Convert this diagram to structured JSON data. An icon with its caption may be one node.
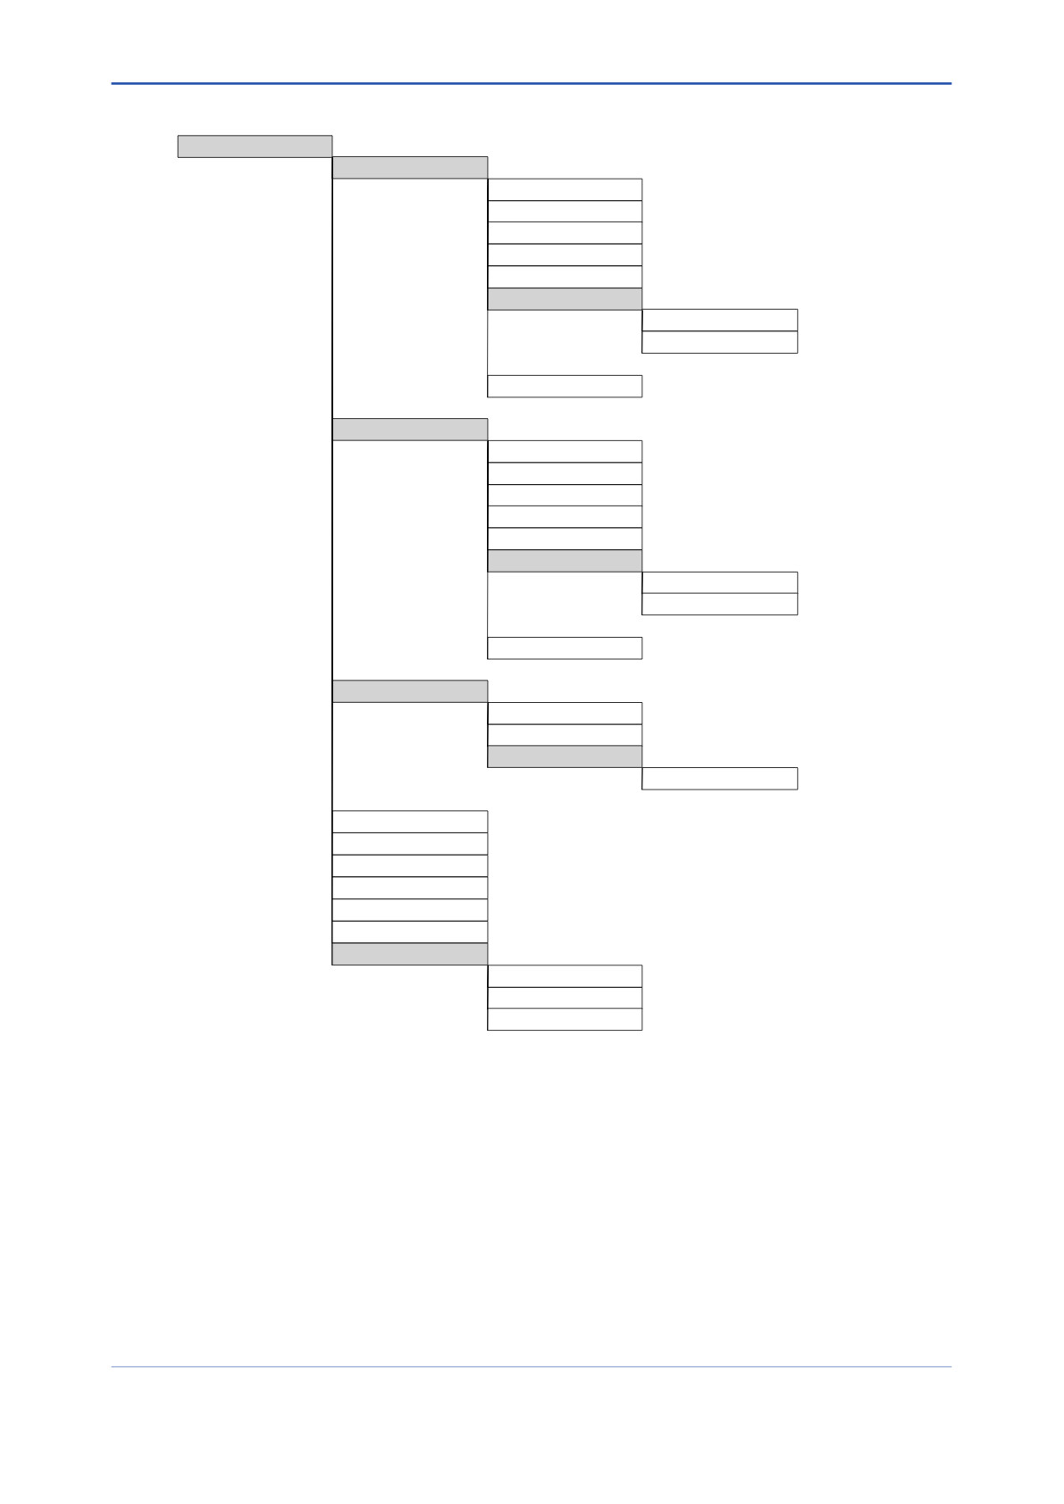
{
  "diagram": {
    "nodes": [
      {
        "text": [],
        "shape": "box"
      },
      {
        "text": [],
        "shape": "box"
      },
      {
        "text": [],
        "shape": "box"
      },
      {
        "text": [],
        "shape": "box"
      },
      {
        "text": [],
        "shape": "box"
      },
      {
        "text": [],
        "shape": "box"
      },
      {
        "text": [],
        "shape": "box"
      },
      {
        "text": [],
        "shape": "box"
      },
      {
        "text": [],
        "shape": "box"
      },
      {
        "text": [],
        "shape": "box"
      },
      {
        "text": [],
        "shape": "box"
      },
      {
        "text": [],
        "shape": "box"
      },
      {
        "text": [],
        "shape": "box"
      },
      {
        "text": [],
        "shape": "box"
      },
      {
        "text": [],
        "shape": "box"
      },
      {
        "text": [],
        "shape": "box"
      },
      {
        "text": [],
        "shape": "box"
      },
      {
        "text": [],
        "shape": "box"
      },
      {
        "text": [],
        "shape": "box"
      },
      {
        "text": [],
        "shape": "box"
      },
      {
        "text": [],
        "shape": "box"
      },
      {
        "text": [],
        "shape": "box"
      },
      {
        "text": [],
        "shape": "box"
      },
      {
        "text": [],
        "shape": "box"
      },
      {
        "text": [],
        "shape": "box"
      },
      {
        "text": [],
        "shape": "box"
      },
      {
        "text": [],
        "shape": "box"
      },
      {
        "text": [],
        "shape": "box"
      },
      {
        "text": [],
        "shape": "box"
      },
      {
        "text": [],
        "shape": "box"
      },
      {
        "text": [],
        "shape": "box"
      },
      {
        "text": [],
        "shape": "box"
      },
      {
        "text": [],
        "shape": "box"
      },
      {
        "text": [],
        "shape": "box"
      },
      {
        "text": [],
        "shape": "box"
      },
      {
        "text": [],
        "shape": "box"
      }
    ],
    "edges": [
      {
        "from": 0,
        "to": 1,
        "arrow": "none"
      },
      {
        "from": 0,
        "to": 11,
        "arrow": "none"
      },
      {
        "from": 0,
        "to": 21,
        "arrow": "none"
      },
      {
        "from": 0,
        "to": 26,
        "arrow": "none"
      },
      {
        "from": 0,
        "to": 27,
        "arrow": "none"
      },
      {
        "from": 0,
        "to": 28,
        "arrow": "none"
      },
      {
        "from": 0,
        "to": 29,
        "arrow": "none"
      },
      {
        "from": 0,
        "to": 30,
        "arrow": "none"
      },
      {
        "from": 0,
        "to": 31,
        "arrow": "none"
      },
      {
        "from": 0,
        "to": 32,
        "arrow": "none"
      },
      {
        "from": 1,
        "to": 2,
        "arrow": "none"
      },
      {
        "from": 1,
        "to": 3,
        "arrow": "none"
      },
      {
        "from": 1,
        "to": 4,
        "arrow": "none"
      },
      {
        "from": 1,
        "to": 5,
        "arrow": "none"
      },
      {
        "from": 1,
        "to": 6,
        "arrow": "none"
      },
      {
        "from": 1,
        "to": 7,
        "arrow": "none"
      },
      {
        "from": 1,
        "to": 10,
        "arrow": "none"
      },
      {
        "from": 7,
        "to": 8,
        "arrow": "none"
      },
      {
        "from": 7,
        "to": 9,
        "arrow": "none"
      },
      {
        "from": 11,
        "to": 12,
        "arrow": "none"
      },
      {
        "from": 11,
        "to": 13,
        "arrow": "none"
      },
      {
        "from": 11,
        "to": 14,
        "arrow": "none"
      },
      {
        "from": 11,
        "to": 15,
        "arrow": "none"
      },
      {
        "from": 11,
        "to": 16,
        "arrow": "none"
      },
      {
        "from": 11,
        "to": 17,
        "arrow": "none"
      },
      {
        "from": 11,
        "to": 20,
        "arrow": "none"
      },
      {
        "from": 17,
        "to": 18,
        "arrow": "none"
      },
      {
        "from": 17,
        "to": 19,
        "arrow": "none"
      },
      {
        "from": 21,
        "to": 22,
        "arrow": "none"
      },
      {
        "from": 21,
        "to": 23,
        "arrow": "none"
      },
      {
        "from": 21,
        "to": 24,
        "arrow": "none"
      },
      {
        "from": 24,
        "to": 25,
        "arrow": "none"
      },
      {
        "from": 32,
        "to": 33,
        "arrow": "none"
      },
      {
        "from": 32,
        "to": 34,
        "arrow": "none"
      },
      {
        "from": 32,
        "to": 35,
        "arrow": "none"
      }
    ]
  }
}
